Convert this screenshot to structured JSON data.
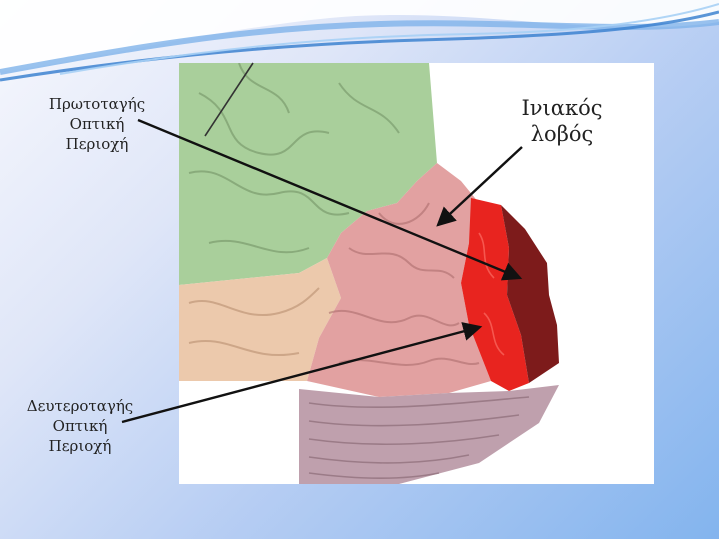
{
  "slide": {
    "colors": {
      "background_start": "#f7f8fd",
      "background_end": "#83b4ee",
      "accent": "#2f6fc0"
    }
  },
  "diagram": {
    "labels": {
      "primary_visual_area": {
        "line1": "Πρωτοταγής",
        "line2": "Οπτική",
        "line3": "Περιοχή"
      },
      "secondary_visual_area": {
        "line1": "Δευτεροταγής",
        "line2": "Οπτική",
        "line3": "Περιοχή"
      },
      "occipital_lobe": {
        "line1": "Ινιακός",
        "line2": "λοβός"
      }
    },
    "regions": {
      "frontal_parietal": {
        "color": "#a9cf9b"
      },
      "temporal": {
        "color": "#ecc9ac"
      },
      "occipital": {
        "color": "#e2a1a1"
      },
      "secondary_visual": {
        "color": "#e8241f"
      },
      "primary_visual": {
        "color": "#7d1b1b"
      },
      "cerebellum": {
        "color": "#bfa0ad"
      }
    }
  }
}
